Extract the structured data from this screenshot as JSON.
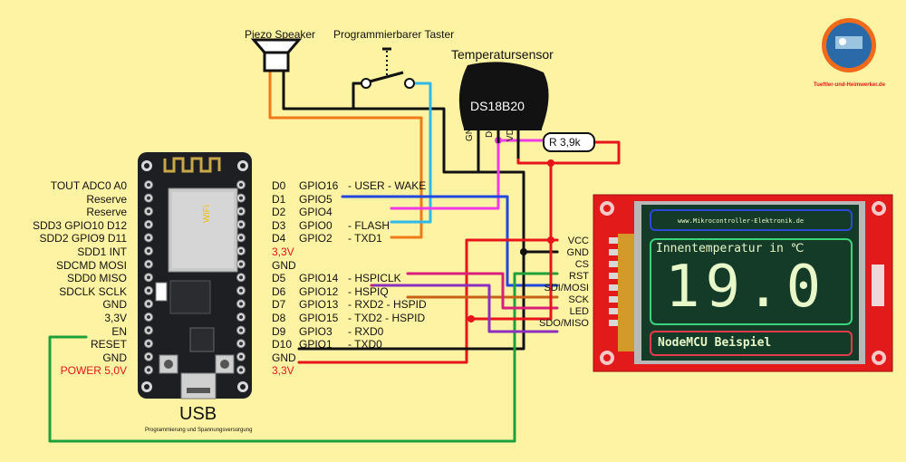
{
  "components": {
    "piezo": "Piezo Speaker",
    "button": "Programmierbarer Taster",
    "sensor_title": "Temperatursensor",
    "sensor_chip": "DS18B20",
    "sensor_pins": [
      "GND",
      "DQ",
      "VDD"
    ],
    "resistor": "R 3,9k",
    "usb": "USB",
    "usb_sub": "Programmierung und Spannungsversorgung",
    "module_text": "WiFi",
    "logo_text": "Tueftler-und-Heimwerker.de"
  },
  "left_pins": [
    "TOUT  ADC0     A0",
    "Reserve",
    "Reserve",
    "SDD3   GPIO10   D12",
    "SDD2   GPIO9   D11",
    "SDD1     INT",
    "SDCMD  MOSI",
    "SDD0   MISO",
    "SDCLK   SCLK",
    "GND",
    "3,3V",
    "EN",
    "RESET",
    "GND",
    "POWER 5,0V"
  ],
  "right_pins": [
    {
      "d": "D0",
      "gpio": "GPIO16",
      "fn": "- USER - WAKE"
    },
    {
      "d": "D1",
      "gpio": "GPIO5",
      "fn": ""
    },
    {
      "d": "D2",
      "gpio": "GPIO4",
      "fn": ""
    },
    {
      "d": "D3",
      "gpio": "GPIO0",
      "fn": "- FLASH"
    },
    {
      "d": "D4",
      "gpio": "GPIO2",
      "fn": "- TXD1"
    },
    {
      "d": "3,3V",
      "gpio": "",
      "fn": ""
    },
    {
      "d": "GND",
      "gpio": "",
      "fn": ""
    },
    {
      "d": "D5",
      "gpio": "GPIO14",
      "fn": "- HSPICLK"
    },
    {
      "d": "D6",
      "gpio": "GPIO12",
      "fn": "- HSPIQ"
    },
    {
      "d": "D7",
      "gpio": "GPIO13",
      "fn": "- RXD2 - HSPID"
    },
    {
      "d": "D8",
      "gpio": "GPIO15",
      "fn": "- TXD2 - HSPID"
    },
    {
      "d": "D9",
      "gpio": "GPIO3",
      "fn": "- RXD0"
    },
    {
      "d": "D10",
      "gpio": "GPIO1",
      "fn": "- TXD0"
    },
    {
      "d": "GND",
      "gpio": "",
      "fn": ""
    },
    {
      "d": "3,3V",
      "gpio": "",
      "fn": ""
    }
  ],
  "tft_pins": [
    "VCC",
    "GND",
    "CS",
    "RST",
    "SDI/MOSI",
    "SCK",
    "LED",
    "SDO/MISO"
  ],
  "screen": {
    "url": "www.Mikrocontroller-Elektronik.de",
    "heading": "Innentemperatur in ℃",
    "value": "19.0",
    "footer": "NodeMCU Beispiel"
  },
  "colors": {
    "background": "#fdf3a2",
    "red": "#e8141b",
    "orange": "#f07a1a",
    "cyan": "#2fb8e8",
    "magenta": "#f03ae8",
    "blue": "#2048e0",
    "green": "#1fa03a",
    "purple": "#8a2fc0",
    "pink": "#d8207a",
    "brown": "#c86018",
    "screen": "#143a28",
    "screen_text": "#e8f8c8"
  }
}
